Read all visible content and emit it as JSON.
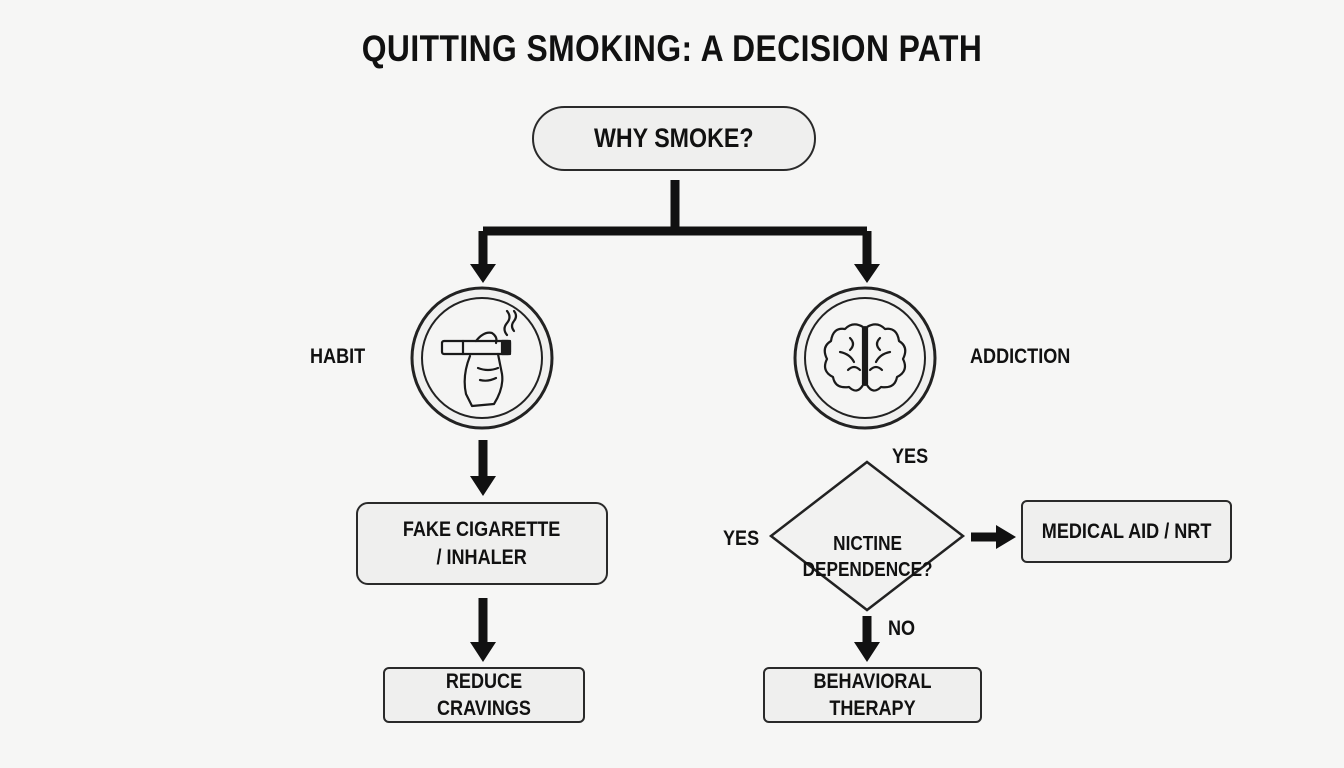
{
  "title": "QUITTING SMOKING: A DECISION PATH",
  "start": "WHY SMOKE?",
  "left_branch": {
    "label": "HABIT",
    "icon": "hand-cigarette-icon",
    "step1": "FAKE CIGARETTE\n/ INHALER",
    "step2": "REDUCE CRAVINGS"
  },
  "right_branch": {
    "label": "ADDICTION",
    "icon": "brain-icon",
    "decision": "NICTINE\nDEPENDENCE?",
    "yes_top": "YES",
    "yes_left": "YES",
    "no_label": "NO",
    "yes_outcome": "MEDICAL AID / NRT",
    "no_outcome": "BEHAVIORAL THERAPY"
  },
  "colors": {
    "line": "#111111",
    "box_fill": "#efefee",
    "background": "#f6f6f5"
  }
}
